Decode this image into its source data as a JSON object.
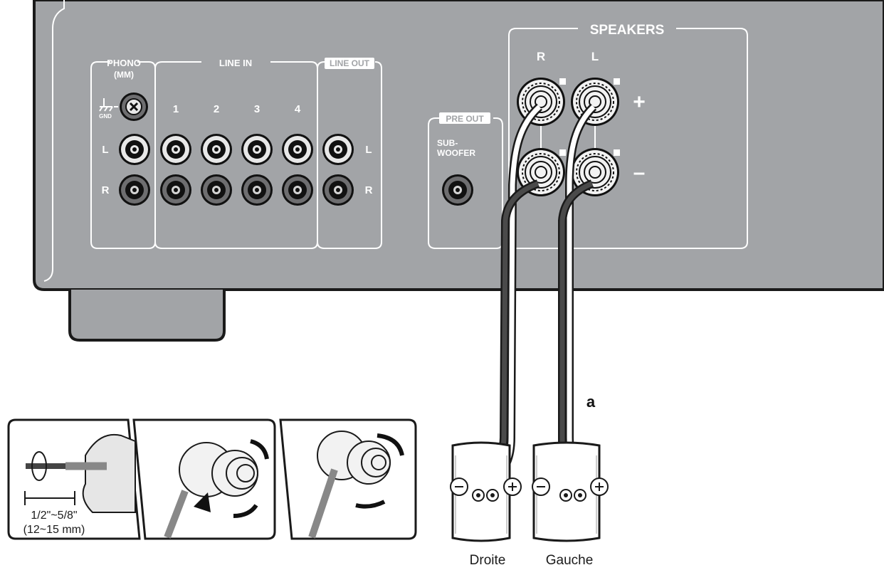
{
  "panel": {
    "phono_title": "PHONO",
    "phono_sub": "(MM)",
    "gnd_label": "GND",
    "line_in_title": "LINE IN",
    "line_in_numbers": [
      "1",
      "2",
      "3",
      "4"
    ],
    "line_out_title": "LINE OUT",
    "channel_l": "L",
    "channel_r": "R",
    "pre_out_title": "PRE OUT",
    "subwoofer_line1": "SUB-",
    "subwoofer_line2": "WOOFER",
    "speakers_title": "SPEAKERS",
    "speakers_r": "R",
    "speakers_l": "L",
    "plus_sign": "+",
    "minus_sign": "–"
  },
  "callout": {
    "marker": "a"
  },
  "speakers": {
    "right_label": "Droite",
    "left_label": "Gauche",
    "terminal_minus": "−",
    "terminal_plus": "+"
  },
  "strip_diagram": {
    "length_in": "1/2\"~5/8\"",
    "length_mm": "(12~15 mm)"
  },
  "colors": {
    "panel": "#a2a4a7",
    "outline": "#1a1a1a",
    "label": "#ffffff"
  }
}
